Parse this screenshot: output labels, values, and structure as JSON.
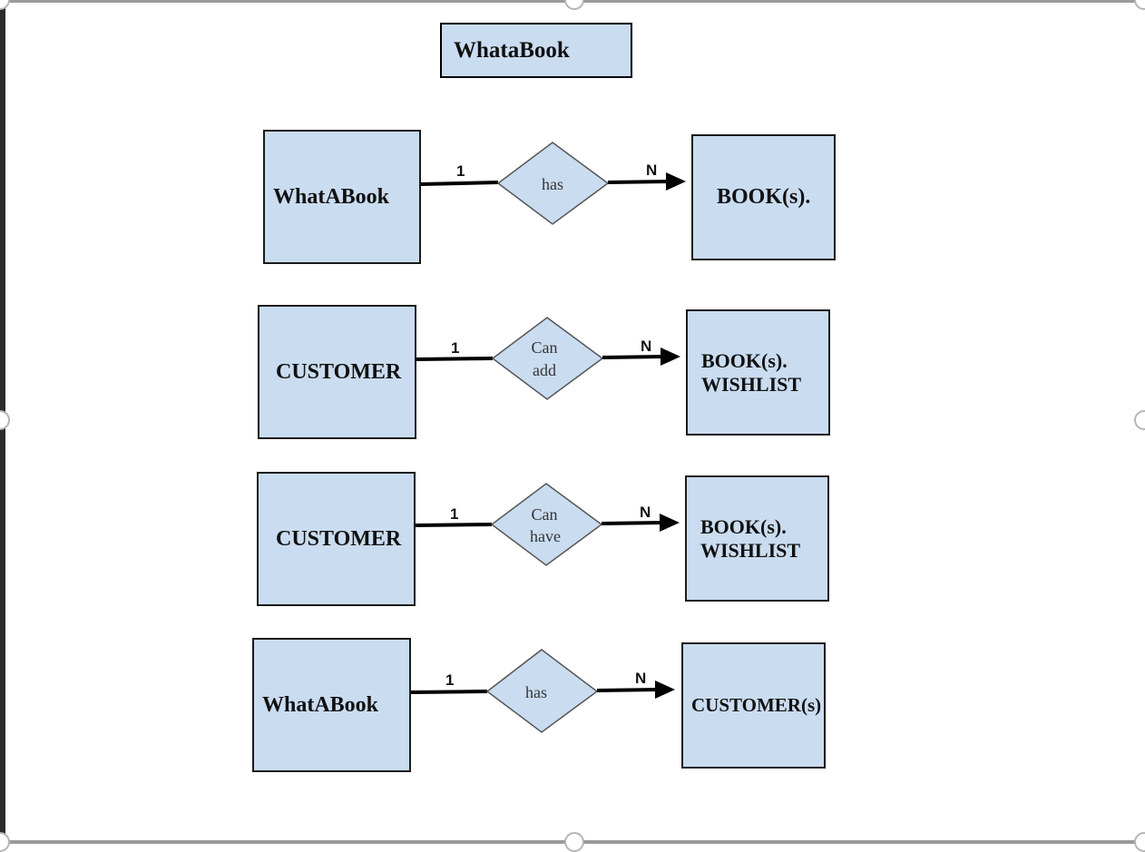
{
  "title": "WhataBook",
  "rows": [
    {
      "left": "WhatABook",
      "relation": [
        "has"
      ],
      "right": [
        "BOOK(s)."
      ],
      "card_left": "1",
      "card_right": "N"
    },
    {
      "left": "CUSTOMER",
      "relation": [
        "Can",
        "add"
      ],
      "right": [
        "BOOK(s).",
        "WISHLIST"
      ],
      "card_left": "1",
      "card_right": "N"
    },
    {
      "left": "CUSTOMER",
      "relation": [
        "Can",
        "have"
      ],
      "right": [
        "BOOK(s).",
        "WISHLIST"
      ],
      "card_left": "1",
      "card_right": "N"
    },
    {
      "left": "WhatABook",
      "relation": [
        "has"
      ],
      "right": [
        "CUSTOMER(s)"
      ],
      "card_left": "1",
      "card_right": "N"
    }
  ],
  "colors": {
    "fill": "#cadcf0",
    "stroke": "#000000"
  }
}
